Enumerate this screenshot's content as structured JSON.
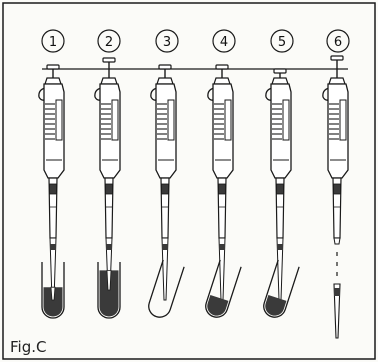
{
  "figure": {
    "caption": "Fig.C",
    "steps": [
      {
        "label": "1",
        "liquid_level": 0.55
      },
      {
        "label": "2",
        "liquid_level": 0.85
      },
      {
        "label": "3",
        "liquid_level": 0.0
      },
      {
        "label": "4",
        "liquid_level": 0.35
      },
      {
        "label": "5",
        "liquid_level": 0.35
      },
      {
        "label": "6",
        "liquid_level": 0.0
      }
    ]
  },
  "colors": {
    "outline": "#1a1a1a",
    "liquid": "#3a3a3a",
    "paper": "#fbfbf8"
  }
}
